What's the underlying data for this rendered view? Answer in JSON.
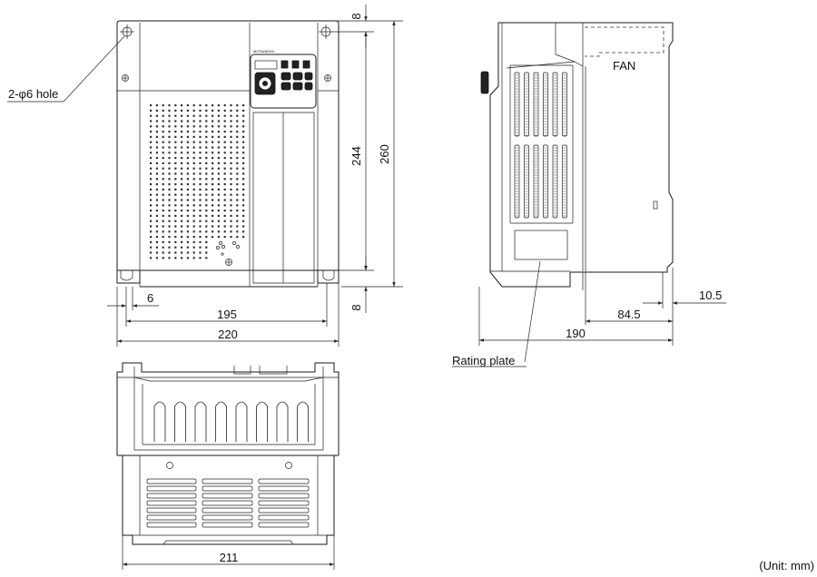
{
  "labels": {
    "hole": "2-φ6 hole",
    "fan": "FAN",
    "rating_plate": "Rating plate",
    "unit": "(Unit: mm)",
    "brand": "MITSUBISHI"
  },
  "dimensions": {
    "d8_top": "8",
    "d244": "244",
    "d260": "260",
    "d8_bottom": "8",
    "d6": "6",
    "d195": "195",
    "d220": "220",
    "d10_5": "10.5",
    "d84_5": "84.5",
    "d190": "190",
    "d211": "211"
  }
}
